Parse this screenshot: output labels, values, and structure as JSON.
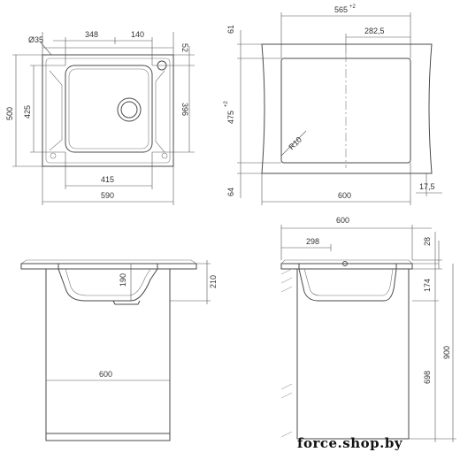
{
  "top_view": {
    "dims": {
      "drain_dia": "Ø35",
      "w348": "348",
      "w140": "140",
      "h52": "52",
      "h500": "500",
      "h425": "425",
      "h396": "396",
      "w415": "415",
      "w590": "590"
    }
  },
  "cutout_view": {
    "dims": {
      "w565": "565",
      "w565_tol": "+2",
      "w282": "282,5",
      "h61": "61",
      "h475": "475",
      "h475_tol": "+2",
      "radius": "R10",
      "h64": "64",
      "w600": "600",
      "w17": "17,5"
    }
  },
  "front_view": {
    "dims": {
      "h190": "190",
      "h210": "210",
      "w600": "600"
    }
  },
  "side_view": {
    "dims": {
      "w600": "600",
      "w298": "298",
      "h28": "28",
      "h174": "174",
      "h900": "900",
      "h698": "698"
    }
  },
  "watermark": "force.shop.by"
}
